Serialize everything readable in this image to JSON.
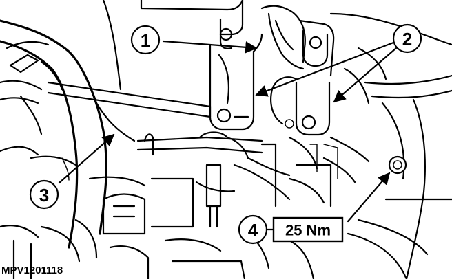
{
  "callouts": [
    {
      "id": "1",
      "label": "1"
    },
    {
      "id": "2",
      "label": "2"
    },
    {
      "id": "3",
      "label": "3"
    },
    {
      "id": "4",
      "label": "4"
    }
  ],
  "torque": {
    "value": "25 Nm"
  },
  "reference": {
    "code": "MPV1201118"
  },
  "colors": {
    "ink": "#000000",
    "background": "#ffffff"
  }
}
